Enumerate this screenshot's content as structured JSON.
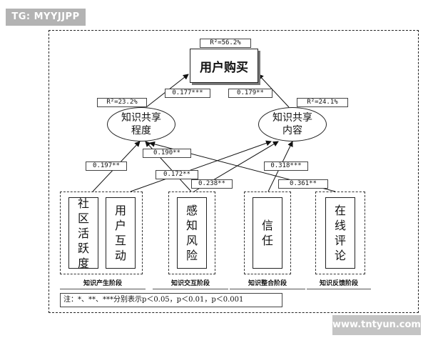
{
  "watermark_top": "TG: MYYJJPP",
  "watermark_bottom": "www.tntyun.com",
  "outcome": {
    "label": "用户购买",
    "r2": "R²=56.2%"
  },
  "mediators": {
    "left": {
      "label": "知识共享\n程度",
      "r2": "R²=23.2%"
    },
    "right": {
      "label": "知识共享\n内容",
      "r2": "R²=24.1%"
    }
  },
  "paths": {
    "left_to_outcome": "0.177***",
    "right_to_outcome": "0.179**",
    "social_to_left": "0.197**",
    "risk_to_left": "0.190**",
    "interaction_to_right": "0.172**",
    "risk_to_right": "0.238**",
    "trust_to_right": "0.318***",
    "review_to_left": "0.361**"
  },
  "factors": {
    "social": "社\n区\n活\n跃\n度",
    "interaction": "用\n户\n互\n动",
    "risk": "感\n知\n风\n险",
    "trust": "信\n任",
    "review": "在\n线\n评\n论"
  },
  "stages": {
    "generation": "知识产生阶段",
    "interaction": "知识交互阶段",
    "integration": "知识整合阶段",
    "feedback": "知识反馈阶段"
  },
  "note": "注：*、**、***分别表示p＜0.05，p＜0.01，p＜0.001"
}
